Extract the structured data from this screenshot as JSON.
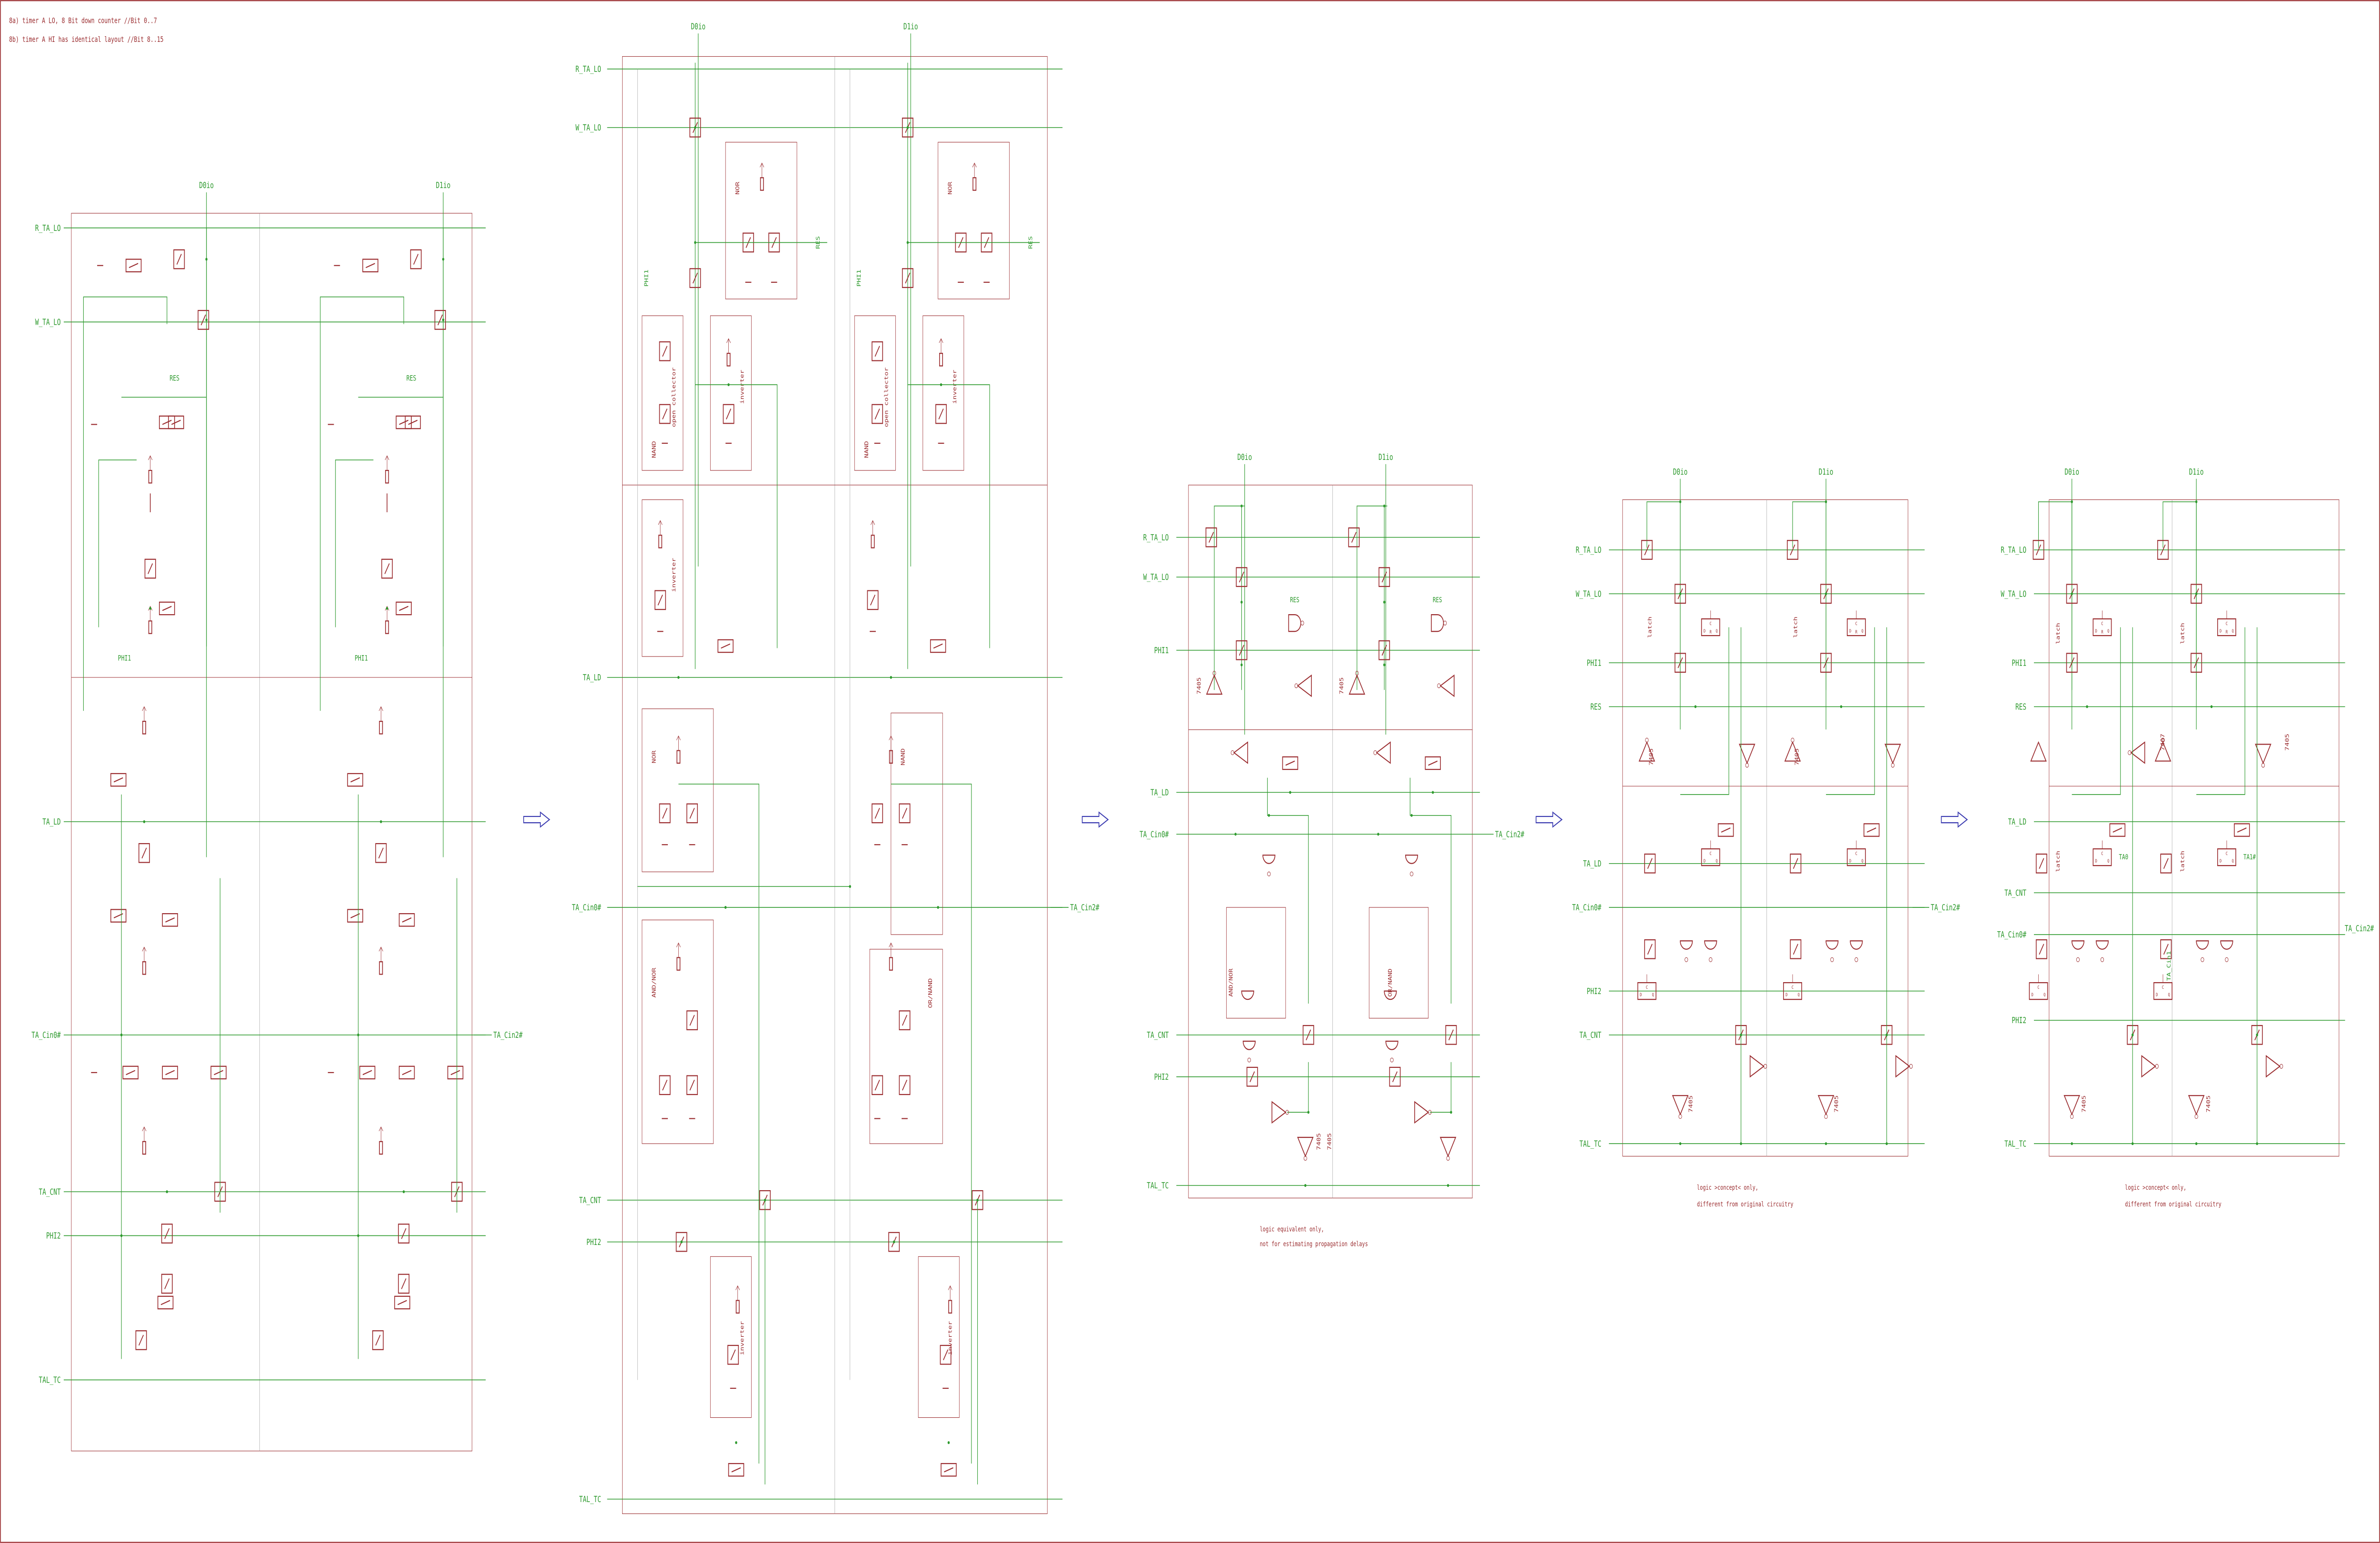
{
  "header": {
    "note_a": "8a) timer A LO, 8 Bit down counter //Bit 0..7",
    "note_b": "8b) timer A HI has identical layout //Bit 8..15"
  },
  "colors": {
    "component": "#9b2d30",
    "wire": "#2e9a2e",
    "flow_arrow": "#3b3bb0",
    "background": "#ffffff"
  },
  "flow_arrow_icon": "hollow-right-arrow",
  "panels": [
    {
      "bits": [
        "D0io",
        "D1io"
      ],
      "signals": [
        "R_TA_LO",
        "W_TA_LO",
        "TA_LD",
        "TA_Cin0#",
        "TA_CNT",
        "PHI2",
        "TAL_TC"
      ],
      "out": "TA_Cin2#",
      "labels": [
        "RES",
        "RES",
        "PHI1",
        "PHI1"
      ]
    },
    {
      "bits": [
        "D0io",
        "D1io"
      ],
      "signals": [
        "R_TA_LO",
        "W_TA_LO",
        "TA_LD",
        "TA_Cin0#",
        "TA_CNT",
        "PHI2",
        "TAL_TC"
      ],
      "out": "TA_Cin2#",
      "labels": [
        "PHI1",
        "RES",
        "PHI1",
        "RES"
      ],
      "blocks": [
        "NOR",
        "open collector",
        "NAND",
        "inverter",
        "inverter",
        "NOR",
        "AND/NOR",
        "inverter",
        "NOR",
        "open collector",
        "NAND",
        "inverter",
        "NAND",
        "OR/NAND",
        "inverter"
      ]
    },
    {
      "bits": [
        "D0io",
        "D1io"
      ],
      "signals": [
        "R_TA_LO",
        "W_TA_LO",
        "PHI1",
        "TA_LD",
        "TA_Cin0#",
        "TA_CNT",
        "PHI2",
        "TAL_TC"
      ],
      "out": "TA_Cin2#",
      "labels": [
        "RES",
        "RES",
        "7405",
        "7405",
        "7405",
        "7405"
      ],
      "blocks": [
        "AND/NOR",
        "OR/NAND"
      ],
      "caption": [
        "logic equivalent only,",
        "not for estimating propagation delays"
      ]
    },
    {
      "bits": [
        "D0io",
        "D1io"
      ],
      "signals": [
        "R_TA_LO",
        "W_TA_LO",
        "PHI1",
        "RES",
        "TA_LD",
        "TA_Cin0#",
        "PHI2",
        "TA_CNT",
        "TAL_TC"
      ],
      "out": "TA_Cin2#",
      "labels": [
        "latch",
        "latch",
        "7405",
        "7405",
        "7405",
        "7405"
      ],
      "ff_pins": [
        "C",
        "D",
        "R",
        "Q"
      ],
      "caption": [
        "logic >concept< only,",
        "different from original circuitry"
      ]
    },
    {
      "bits": [
        "D0io",
        "D1io"
      ],
      "signals": [
        "R_TA_LO",
        "W_TA_LO",
        "PHI1",
        "RES",
        "TA_LD",
        "TA_CNT",
        "TA_Cin0#",
        "PHI2",
        "TAL_TC"
      ],
      "out": "TA_Cin2#",
      "labels": [
        "latch",
        "latch",
        "latch",
        "latch",
        "7407",
        "7405",
        "7405",
        "7405",
        "TA0",
        "TA1#",
        "TA_Cin1"
      ],
      "ff_pins": [
        "C",
        "D",
        "R",
        "Q"
      ],
      "caption": [
        "logic >concept< only,",
        "different from original circuitry"
      ]
    }
  ]
}
